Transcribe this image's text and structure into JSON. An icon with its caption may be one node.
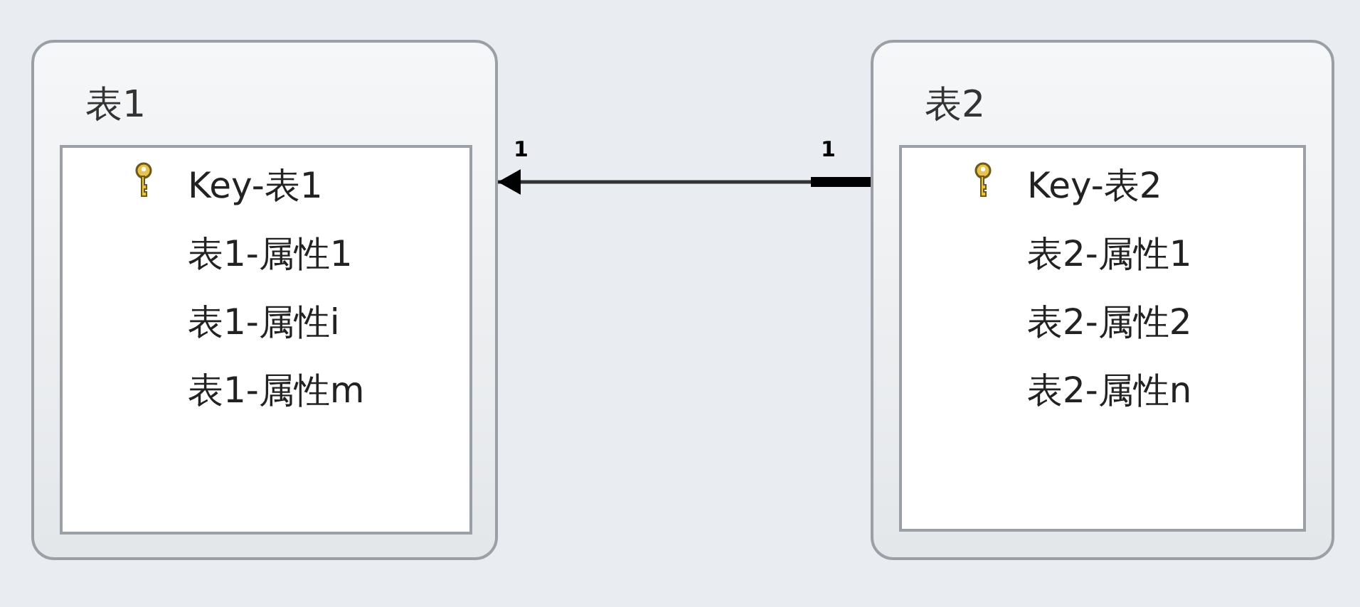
{
  "diagram": {
    "nodes": [
      {
        "text": [
          "表1"
        ]
      },
      {
        "text": [
          "Key-表1",
          "表1-属性1",
          "表1-属性i",
          "表1-属性m"
        ],
        "in": 0
      },
      {
        "text": [
          "表2"
        ]
      },
      {
        "text": [
          "Key-表2",
          "表2-属性1",
          "表2-属性2",
          "表2-属性n"
        ],
        "in": 2
      }
    ],
    "edges": [
      {
        "from": 2,
        "to": 0,
        "arrow": "to"
      }
    ],
    "labels": [
      "1",
      "1"
    ]
  }
}
